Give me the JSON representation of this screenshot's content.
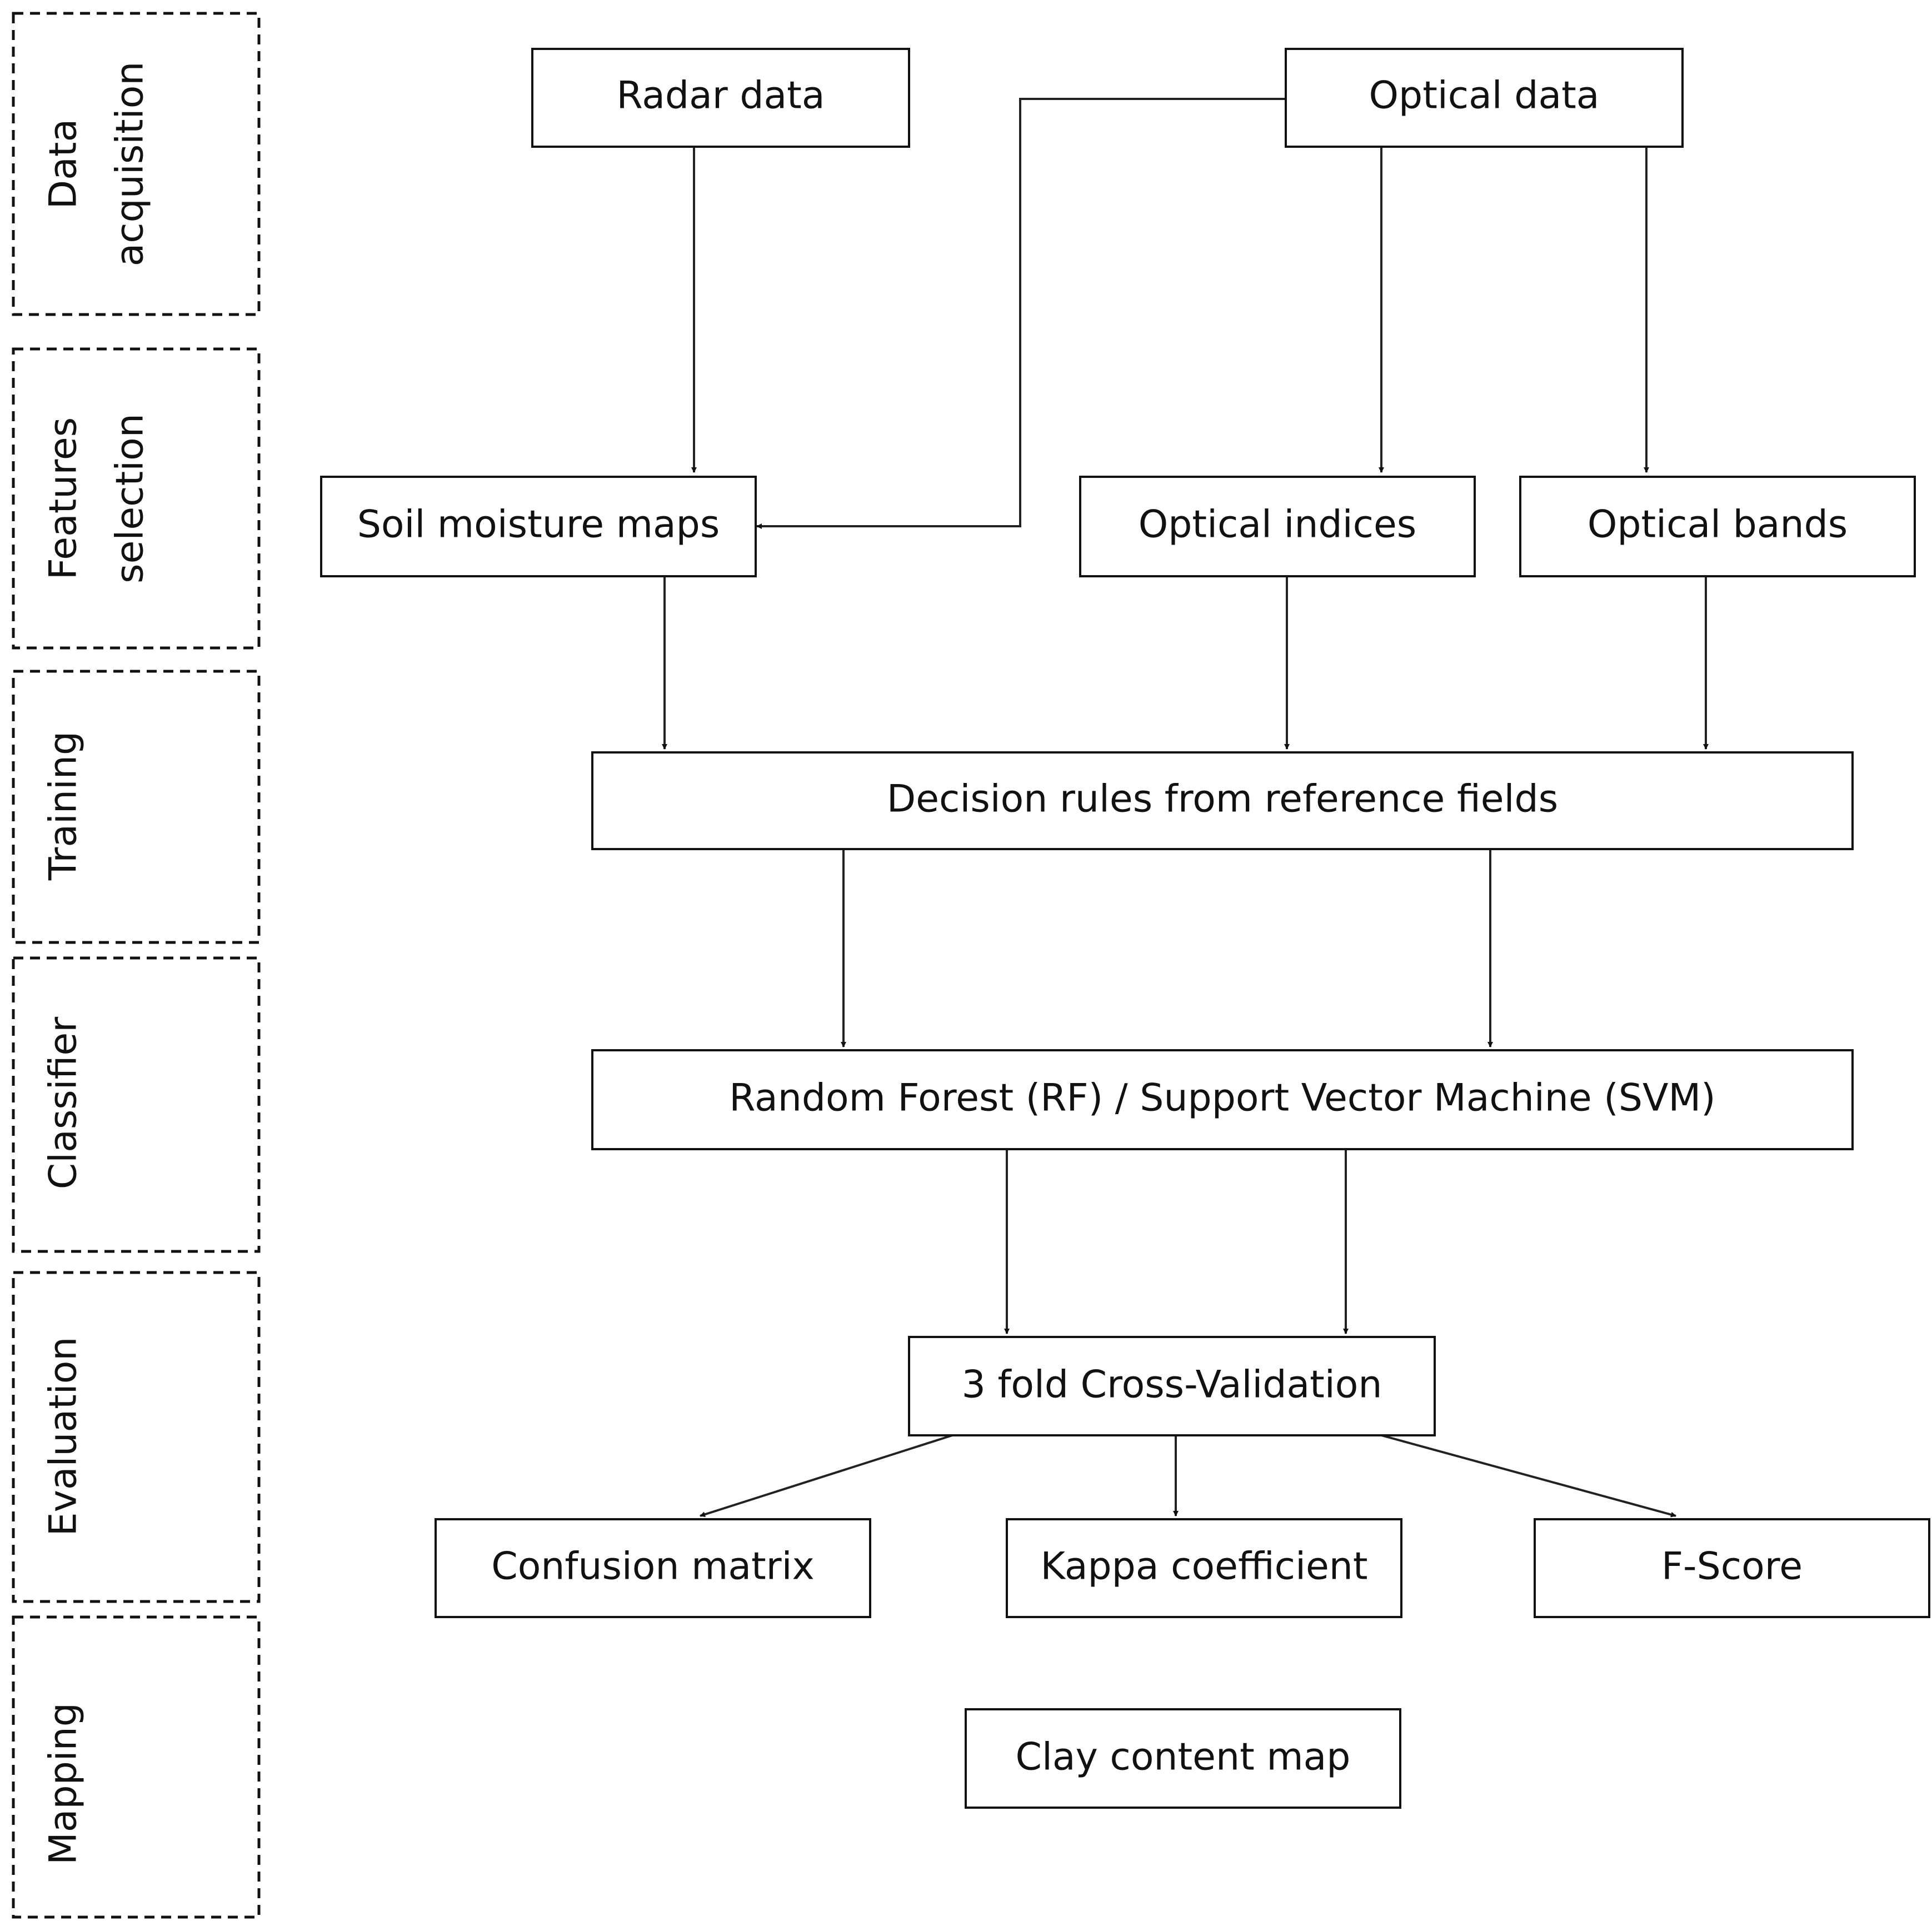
{
  "stages": {
    "data_acquisition": {
      "line1": "Data",
      "line2": "acquisition"
    },
    "features_selection": {
      "line1": "Features",
      "line2": "selection"
    },
    "training": "Training",
    "classifier": "Classifier",
    "evaluation": "Evaluation",
    "mapping": "Mapping"
  },
  "nodes": {
    "radar_data": "Radar data",
    "optical_data": "Optical data",
    "soil_moisture_maps": "Soil moisture maps",
    "optical_indices": "Optical indices",
    "optical_bands": "Optical bands",
    "decision_rules": "Decision rules from reference fields",
    "classifier": "Random Forest (RF) / Support Vector Machine (SVM)",
    "cross_validation": "3 fold Cross-Validation",
    "confusion_matrix": "Confusion matrix",
    "kappa_coefficient": "Kappa coefficient",
    "f_score": "F-Score",
    "clay_content_map": "Clay content map"
  }
}
